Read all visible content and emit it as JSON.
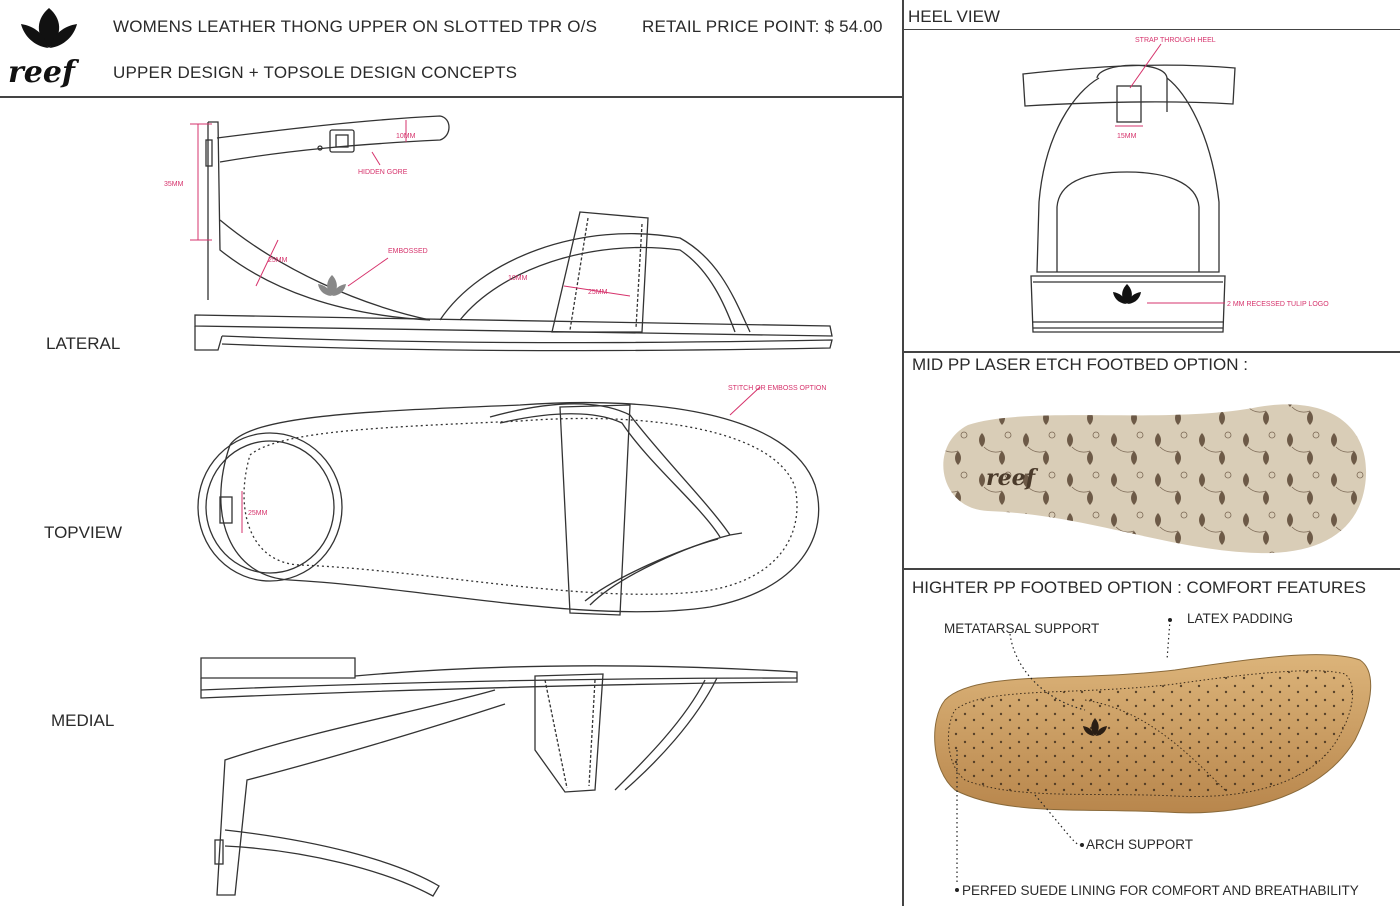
{
  "brand": {
    "logo_text": "reef"
  },
  "header": {
    "product": "WOMENS  LEATHER THONG UPPER ON SLOTTED TPR O/S",
    "price": "RETAIL PRICE POINT: $ 54.00",
    "subtitle": "UPPER DESIGN + TOPSOLE DESIGN CONCEPTS"
  },
  "views": {
    "lateral": "LATERAL",
    "topview": "TOPVIEW",
    "medial": "MEDIAL"
  },
  "callouts": {
    "c35": "35MM",
    "c10": "10MM",
    "hidden_gore": "HIDDEN GORE",
    "embossed": "EMBOSSED",
    "c25a": "25MM",
    "c10b": "10MM",
    "c25b": "25MM",
    "stitch": "STITCH OR EMBOSS OPTION",
    "c25c": "25MM",
    "strap_heel": "STRAP THROUGH HEEL",
    "c15": "15MM",
    "tulip": "2 MM RECESSED TULIP LOGO"
  },
  "panels": {
    "heel_view": "HEEL VIEW",
    "mid_pp": "MID PP LASER ETCH FOOTBED OPTION :",
    "higher_pp": "HIGHTER PP FOOTBED OPTION : COMFORT FEATURES"
  },
  "features": {
    "metatarsal": "METATARSAL SUPPORT",
    "latex": "LATEX PADDING",
    "arch": "ARCH SUPPORT",
    "perfed": "PERFED SUEDE LINING FOR COMFORT AND BREATHABILITY"
  },
  "colors": {
    "accent": "#d6336c",
    "line": "#333333",
    "cork": "#c89a5c",
    "print_bg": "#d9cdb7"
  }
}
